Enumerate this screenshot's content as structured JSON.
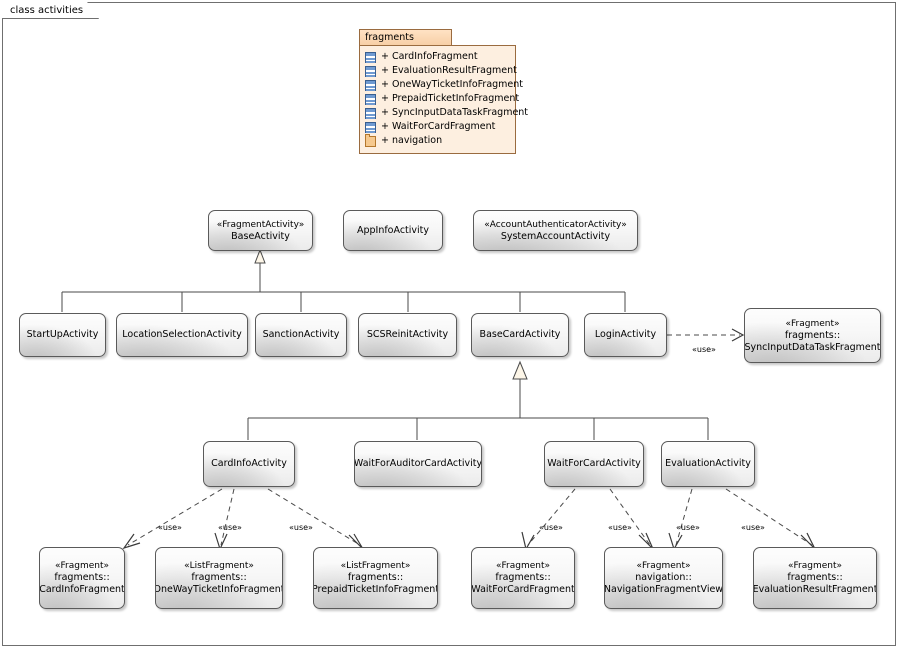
{
  "frame": {
    "label": "class activities"
  },
  "package": {
    "name": "fragments",
    "members": [
      {
        "visibility": "+",
        "name": "CardInfoFragment",
        "icon": "class-icon"
      },
      {
        "visibility": "+",
        "name": "EvaluationResultFragment",
        "icon": "class-icon"
      },
      {
        "visibility": "+",
        "name": "OneWayTicketInfoFragment",
        "icon": "class-icon"
      },
      {
        "visibility": "+",
        "name": "PrepaidTicketInfoFragment",
        "icon": "class-icon"
      },
      {
        "visibility": "+",
        "name": "SyncInputDataTaskFragment",
        "icon": "class-icon"
      },
      {
        "visibility": "+",
        "name": "WaitForCardFragment",
        "icon": "class-icon"
      },
      {
        "visibility": "+",
        "name": "navigation",
        "icon": "package-icon"
      }
    ],
    "header_color": "#f7cfa6",
    "body_color": "#fdefe0",
    "border_color": "#9a6b3f"
  },
  "nodes": {
    "base_activity": {
      "stereotype": "«FragmentActivity»",
      "namespace": "",
      "name": "BaseActivity"
    },
    "app_info_activity": {
      "stereotype": "",
      "namespace": "",
      "name": "AppInfoActivity"
    },
    "system_account_activity": {
      "stereotype": "«AccountAuthenticatorActivity»",
      "namespace": "",
      "name": "SystemAccountActivity"
    },
    "startup_activity": {
      "stereotype": "",
      "namespace": "",
      "name": "StartUpActivity"
    },
    "location_selection_activity": {
      "stereotype": "",
      "namespace": "",
      "name": "LocationSelectionActivity"
    },
    "sanction_activity": {
      "stereotype": "",
      "namespace": "",
      "name": "SanctionActivity"
    },
    "scs_reinit_activity": {
      "stereotype": "",
      "namespace": "",
      "name": "SCSReinitActivity"
    },
    "base_card_activity": {
      "stereotype": "",
      "namespace": "",
      "name": "BaseCardActivity"
    },
    "login_activity": {
      "stereotype": "",
      "namespace": "",
      "name": "LoginActivity"
    },
    "sync_input_data_task_fragment": {
      "stereotype": "«Fragment»",
      "namespace": "fragments::",
      "name": "SyncInputDataTaskFragment"
    },
    "card_info_activity": {
      "stereotype": "",
      "namespace": "",
      "name": "CardInfoActivity"
    },
    "wait_for_auditor_card_activity": {
      "stereotype": "",
      "namespace": "",
      "name": "WaitForAuditorCardActivity"
    },
    "wait_for_card_activity": {
      "stereotype": "",
      "namespace": "",
      "name": "WaitForCardActivity"
    },
    "evaluation_activity": {
      "stereotype": "",
      "namespace": "",
      "name": "EvaluationActivity"
    },
    "card_info_fragment": {
      "stereotype": "«Fragment»",
      "namespace": "fragments::",
      "name": "CardInfoFragment"
    },
    "one_way_ticket_info_fragment": {
      "stereotype": "«ListFragment»",
      "namespace": "fragments::",
      "name": "OneWayTicketInfoFragment"
    },
    "prepaid_ticket_info_fragment": {
      "stereotype": "«ListFragment»",
      "namespace": "fragments::",
      "name": "PrepaidTicketInfoFragment"
    },
    "wait_for_card_fragment": {
      "stereotype": "«Fragment»",
      "namespace": "fragments::",
      "name": "WaitForCardFragment"
    },
    "navigation_fragment_view": {
      "stereotype": "«Fragment»",
      "namespace": "navigation::",
      "name": "NavigationFragmentView"
    },
    "evaluation_result_fragment": {
      "stereotype": "«Fragment»",
      "namespace": "fragments::",
      "name": "EvaluationResultFragment"
    }
  },
  "relations": {
    "use_label": "«use»",
    "generalizations": [
      {
        "from": "StartUpActivity",
        "to": "BaseActivity"
      },
      {
        "from": "LocationSelectionActivity",
        "to": "BaseActivity"
      },
      {
        "from": "SanctionActivity",
        "to": "BaseActivity"
      },
      {
        "from": "SCSReinitActivity",
        "to": "BaseActivity"
      },
      {
        "from": "BaseCardActivity",
        "to": "BaseActivity"
      },
      {
        "from": "LoginActivity",
        "to": "BaseActivity"
      },
      {
        "from": "CardInfoActivity",
        "to": "BaseCardActivity"
      },
      {
        "from": "WaitForAuditorCardActivity",
        "to": "BaseCardActivity"
      },
      {
        "from": "WaitForCardActivity",
        "to": "BaseCardActivity"
      },
      {
        "from": "EvaluationActivity",
        "to": "BaseCardActivity"
      }
    ],
    "dependencies": [
      {
        "from": "LoginActivity",
        "to": "SyncInputDataTaskFragment",
        "label": "«use»"
      },
      {
        "from": "CardInfoActivity",
        "to": "CardInfoFragment",
        "label": "«use»"
      },
      {
        "from": "CardInfoActivity",
        "to": "OneWayTicketInfoFragment",
        "label": "«use»"
      },
      {
        "from": "CardInfoActivity",
        "to": "PrepaidTicketInfoFragment",
        "label": "«use»"
      },
      {
        "from": "WaitForCardActivity",
        "to": "WaitForCardFragment",
        "label": "«use»"
      },
      {
        "from": "WaitForCardActivity",
        "to": "NavigationFragmentView",
        "label": "«use»"
      },
      {
        "from": "EvaluationActivity",
        "to": "NavigationFragmentView",
        "label": "«use»"
      },
      {
        "from": "EvaluationActivity",
        "to": "EvaluationResultFragment",
        "label": "«use»"
      }
    ]
  }
}
